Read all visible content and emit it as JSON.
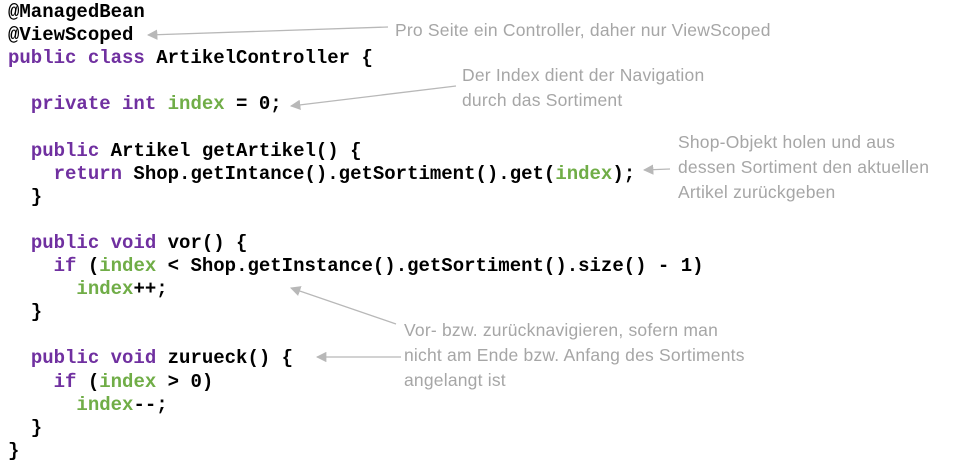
{
  "colors": {
    "purple": "#7030a0",
    "green": "#70ad47",
    "code-black": "#000000",
    "note-gray": "#a6a6a6",
    "arrow-gray": "#b8b8b8"
  },
  "code": {
    "lines": [
      [
        {
          "t": "@ManagedBean",
          "c": "black"
        }
      ],
      [
        {
          "t": "@ViewScoped",
          "c": "black"
        }
      ],
      [
        {
          "t": "public class",
          "c": "purple"
        },
        {
          "t": " ArtikelController {",
          "c": "black"
        }
      ],
      [],
      [
        {
          "t": "  ",
          "c": "black"
        },
        {
          "t": "private int",
          "c": "purple"
        },
        {
          "t": " ",
          "c": "black"
        },
        {
          "t": "index",
          "c": "green"
        },
        {
          "t": " = 0;",
          "c": "black"
        }
      ],
      [],
      [
        {
          "t": "  ",
          "c": "black"
        },
        {
          "t": "public",
          "c": "purple"
        },
        {
          "t": " Artikel getArtikel() {",
          "c": "black"
        }
      ],
      [
        {
          "t": "    ",
          "c": "black"
        },
        {
          "t": "return",
          "c": "purple"
        },
        {
          "t": " Shop.getIntance().getSortiment().get(",
          "c": "black"
        },
        {
          "t": "index",
          "c": "green"
        },
        {
          "t": ");",
          "c": "black"
        }
      ],
      [
        {
          "t": "  }",
          "c": "black"
        }
      ],
      [],
      [
        {
          "t": "  ",
          "c": "black"
        },
        {
          "t": "public void",
          "c": "purple"
        },
        {
          "t": " vor() {",
          "c": "black"
        }
      ],
      [
        {
          "t": "    ",
          "c": "black"
        },
        {
          "t": "if",
          "c": "purple"
        },
        {
          "t": " (",
          "c": "black"
        },
        {
          "t": "index",
          "c": "green"
        },
        {
          "t": " < Shop.getInstance().getSortiment().size() - 1)",
          "c": "black"
        }
      ],
      [
        {
          "t": "      ",
          "c": "black"
        },
        {
          "t": "index",
          "c": "green"
        },
        {
          "t": "++;",
          "c": "black"
        }
      ],
      [
        {
          "t": "  }",
          "c": "black"
        }
      ],
      [],
      [
        {
          "t": "  ",
          "c": "black"
        },
        {
          "t": "public void",
          "c": "purple"
        },
        {
          "t": " zurueck() {",
          "c": "black"
        }
      ],
      [
        {
          "t": "    ",
          "c": "black"
        },
        {
          "t": "if",
          "c": "purple"
        },
        {
          "t": " (",
          "c": "black"
        },
        {
          "t": "index",
          "c": "green"
        },
        {
          "t": " > 0)",
          "c": "black"
        }
      ],
      [
        {
          "t": "      ",
          "c": "black"
        },
        {
          "t": "index",
          "c": "green"
        },
        {
          "t": "--;",
          "c": "black"
        }
      ],
      [
        {
          "t": "  }",
          "c": "black"
        }
      ],
      [
        {
          "t": "}",
          "c": "black"
        }
      ]
    ]
  },
  "annotations": [
    {
      "id": "viewscoped",
      "lines": [
        "Pro Seite ein Controller, daher nur ViewScoped"
      ]
    },
    {
      "id": "index",
      "lines": [
        "Der Index dient der Navigation",
        "durch das Sortiment"
      ]
    },
    {
      "id": "getartikel",
      "lines": [
        "Shop-Objekt holen und aus",
        "dessen Sortiment den aktuellen",
        "Artikel zurückgeben"
      ]
    },
    {
      "id": "nav",
      "lines": [
        "Vor- bzw. zurücknavigieren, sofern man",
        "nicht am Ende bzw. Anfang des Sortiments",
        "angelangt ist"
      ]
    }
  ]
}
